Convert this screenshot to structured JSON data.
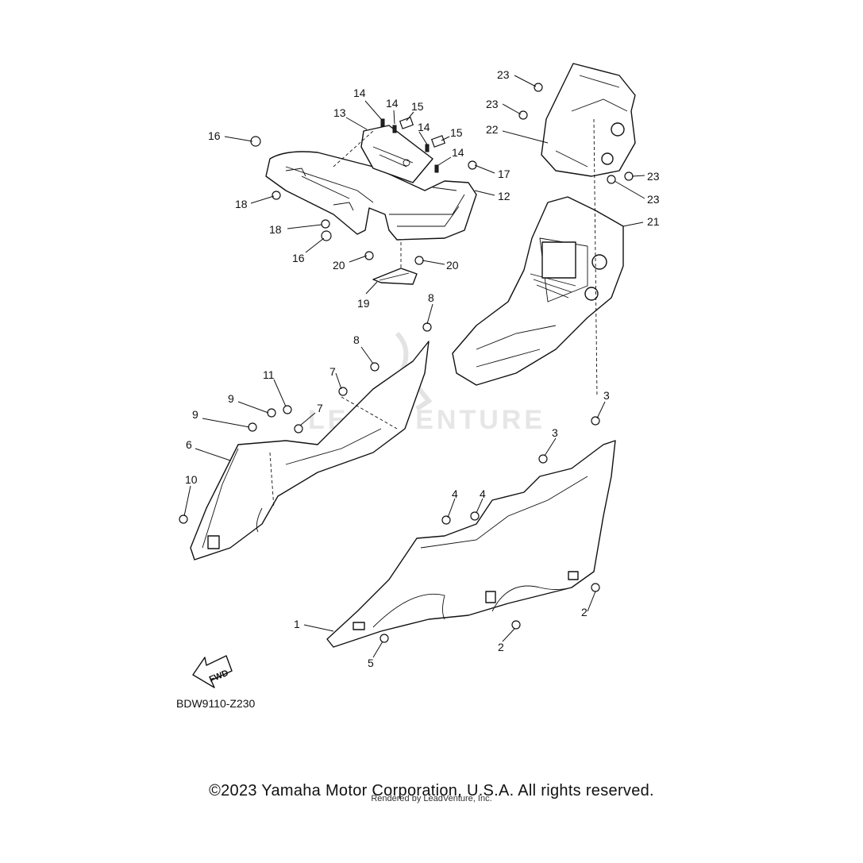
{
  "diagram": {
    "callouts": [
      "1",
      "2",
      "2",
      "3",
      "3",
      "4",
      "4",
      "5",
      "6",
      "7",
      "7",
      "8",
      "8",
      "9",
      "9",
      "10",
      "11",
      "12",
      "13",
      "14",
      "14",
      "14",
      "14",
      "15",
      "15",
      "16",
      "16",
      "17",
      "18",
      "18",
      "19",
      "20",
      "20",
      "21",
      "22",
      "23",
      "23",
      "23",
      "23"
    ],
    "fwd_label": "FWD",
    "watermark_text": "LEADVENTURE"
  },
  "ref_code": "BDW9110-Z230",
  "copyright": "©2023 Yamaha Motor Corporation, U.S.A. All rights reserved.",
  "rendered_by": "Rendered by LeadVenture, Inc."
}
